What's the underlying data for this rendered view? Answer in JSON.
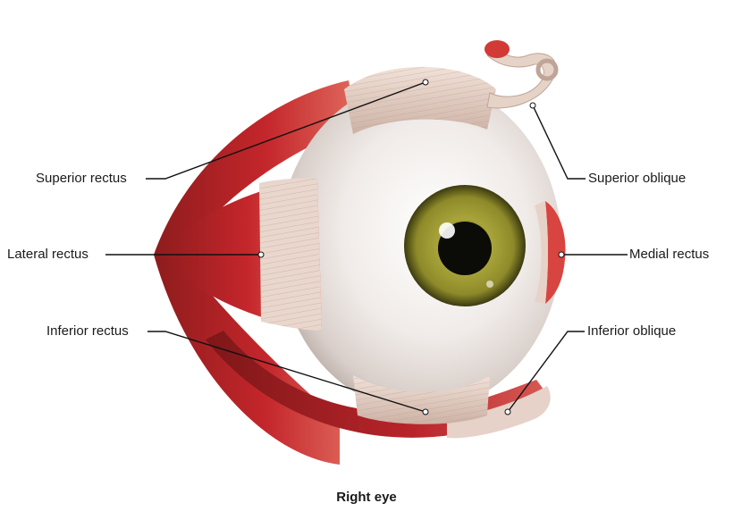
{
  "labels": {
    "superior_rectus": "Superior rectus",
    "lateral_rectus": "Lateral rectus",
    "inferior_rectus": "Inferior rectus",
    "superior_oblique": "Superior oblique",
    "medial_rectus": "Medial rectus",
    "inferior_oblique": "Inferior oblique"
  },
  "caption": "Right eye",
  "colors": {
    "muscle_red": "#c4262b",
    "muscle_dark": "#8e1c1d",
    "tendon": "#e3cbbf",
    "sclera": "#f1ece9",
    "iris": "#9a9a2e",
    "pupil": "#0b0b08",
    "leader_line": "#111111"
  }
}
